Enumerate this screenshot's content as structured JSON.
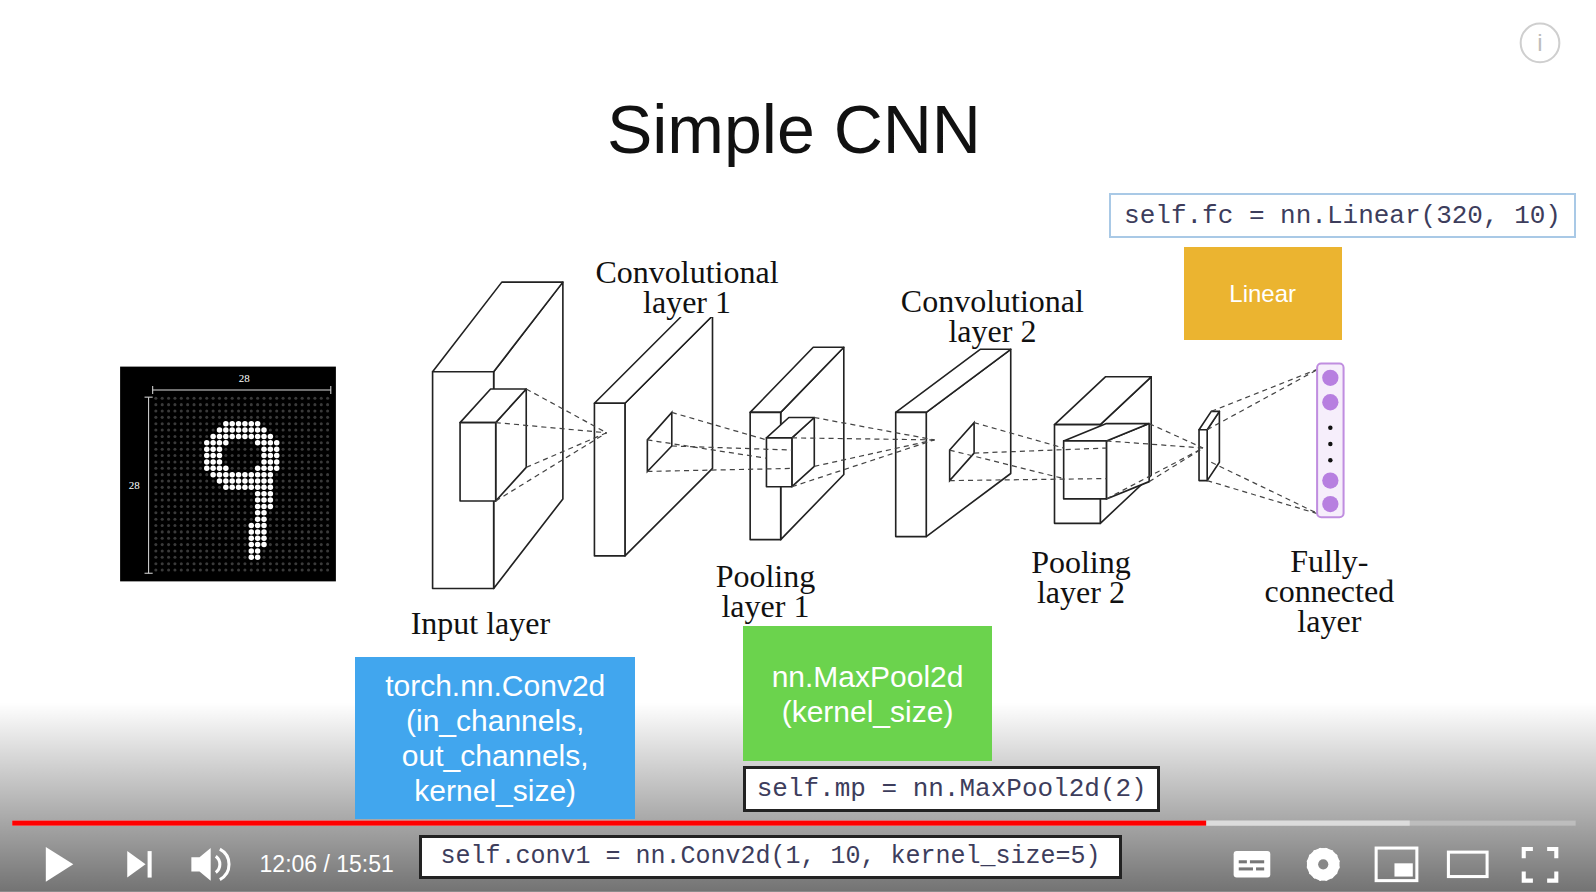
{
  "diagram": {
    "title": "Simple CNN",
    "nodes": [
      {
        "text": [
          "self.fc = nn.Linear(320, 10)"
        ]
      },
      {
        "text": [
          "Linear"
        ]
      },
      {
        "text": [
          "torch.nn.Conv2d (in_channels, out_channels, kernel_size)"
        ]
      },
      {
        "text": [
          "nn.MaxPool2d (kernel_size)"
        ]
      },
      {
        "text": [
          "self.mp = nn.MaxPool2d(2)"
        ]
      },
      {
        "text": [
          "self.conv1 = nn.Conv2d(1, 10, kernel_size=5)"
        ]
      }
    ],
    "labels": [
      "i",
      "28",
      "28",
      "Convolutional layer 1",
      "Convolutional layer 2",
      "Input layer",
      "Pooling layer 1",
      "Pooling layer 2",
      "Fully- connected layer",
      "12:06 / 15:51"
    ]
  }
}
